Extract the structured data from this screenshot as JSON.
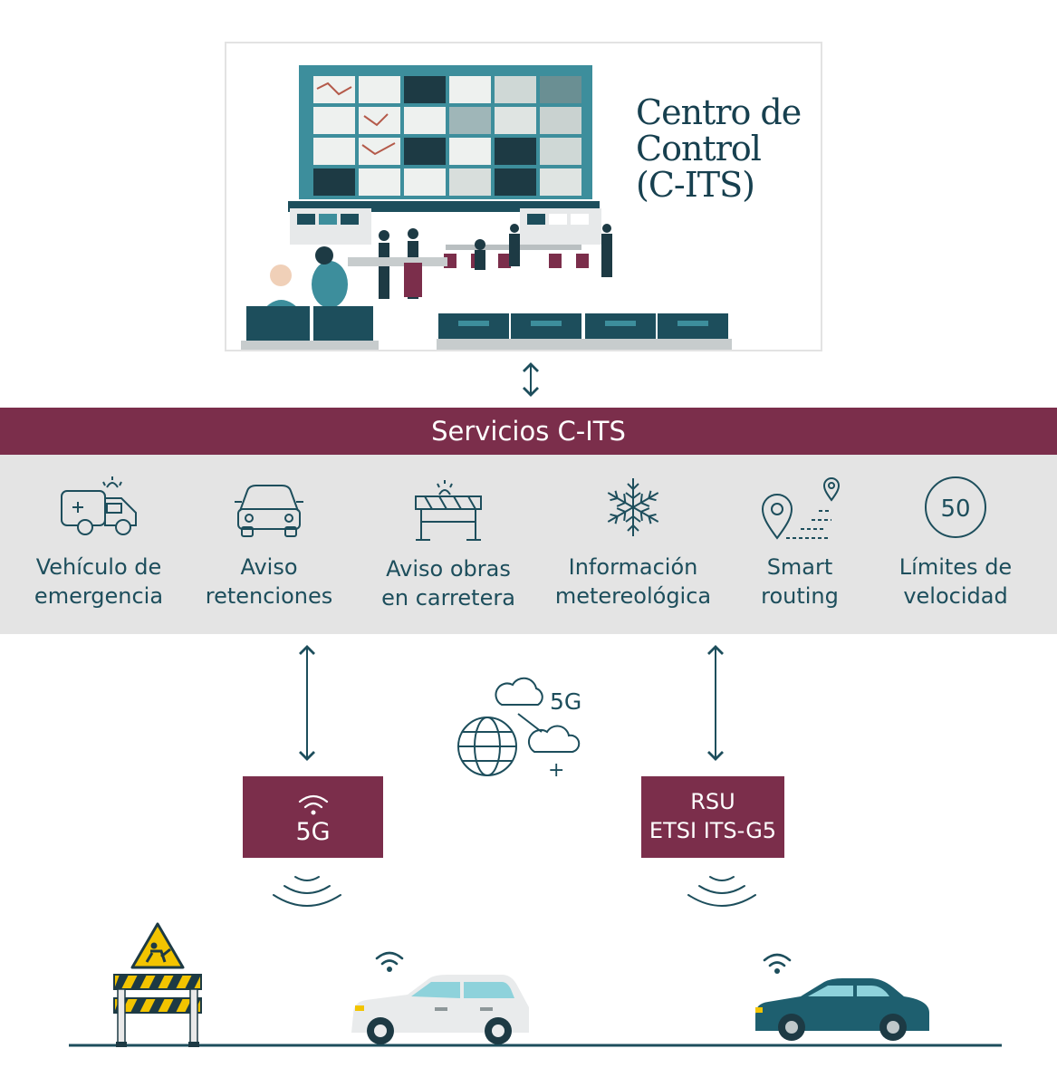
{
  "control_center": {
    "title_lines": [
      "Centro de",
      "Control",
      "(C-ITS)"
    ]
  },
  "band": {
    "title": "Servicios C-ITS"
  },
  "services": [
    {
      "icon": "ambulance-icon",
      "label_lines": [
        "Vehículo de",
        "emergencia"
      ]
    },
    {
      "icon": "car-icon",
      "label_lines": [
        "Aviso",
        "retenciones"
      ]
    },
    {
      "icon": "roadworks-barrier-icon",
      "label_lines": [
        "Aviso obras",
        "en carretera"
      ]
    },
    {
      "icon": "snowflake-icon",
      "label_lines": [
        "Información",
        "metereológica"
      ]
    },
    {
      "icon": "route-pin-icon",
      "label_lines": [
        "Smart",
        "routing"
      ]
    },
    {
      "icon": "speed-limit-icon",
      "label_lines": [
        "Límites de",
        "velocidad"
      ],
      "speed_value": "50"
    }
  ],
  "network": {
    "cloud_label": "5G",
    "plus": "+"
  },
  "box_5g": {
    "label": "5G"
  },
  "box_rsu": {
    "line1": "RSU",
    "line2": "ETSI ITS-G5"
  },
  "colors": {
    "accent": "#7b2e4b",
    "teal": "#1d4e5c",
    "panel": "#e4e4e4",
    "screen": "#3d8e9c"
  }
}
